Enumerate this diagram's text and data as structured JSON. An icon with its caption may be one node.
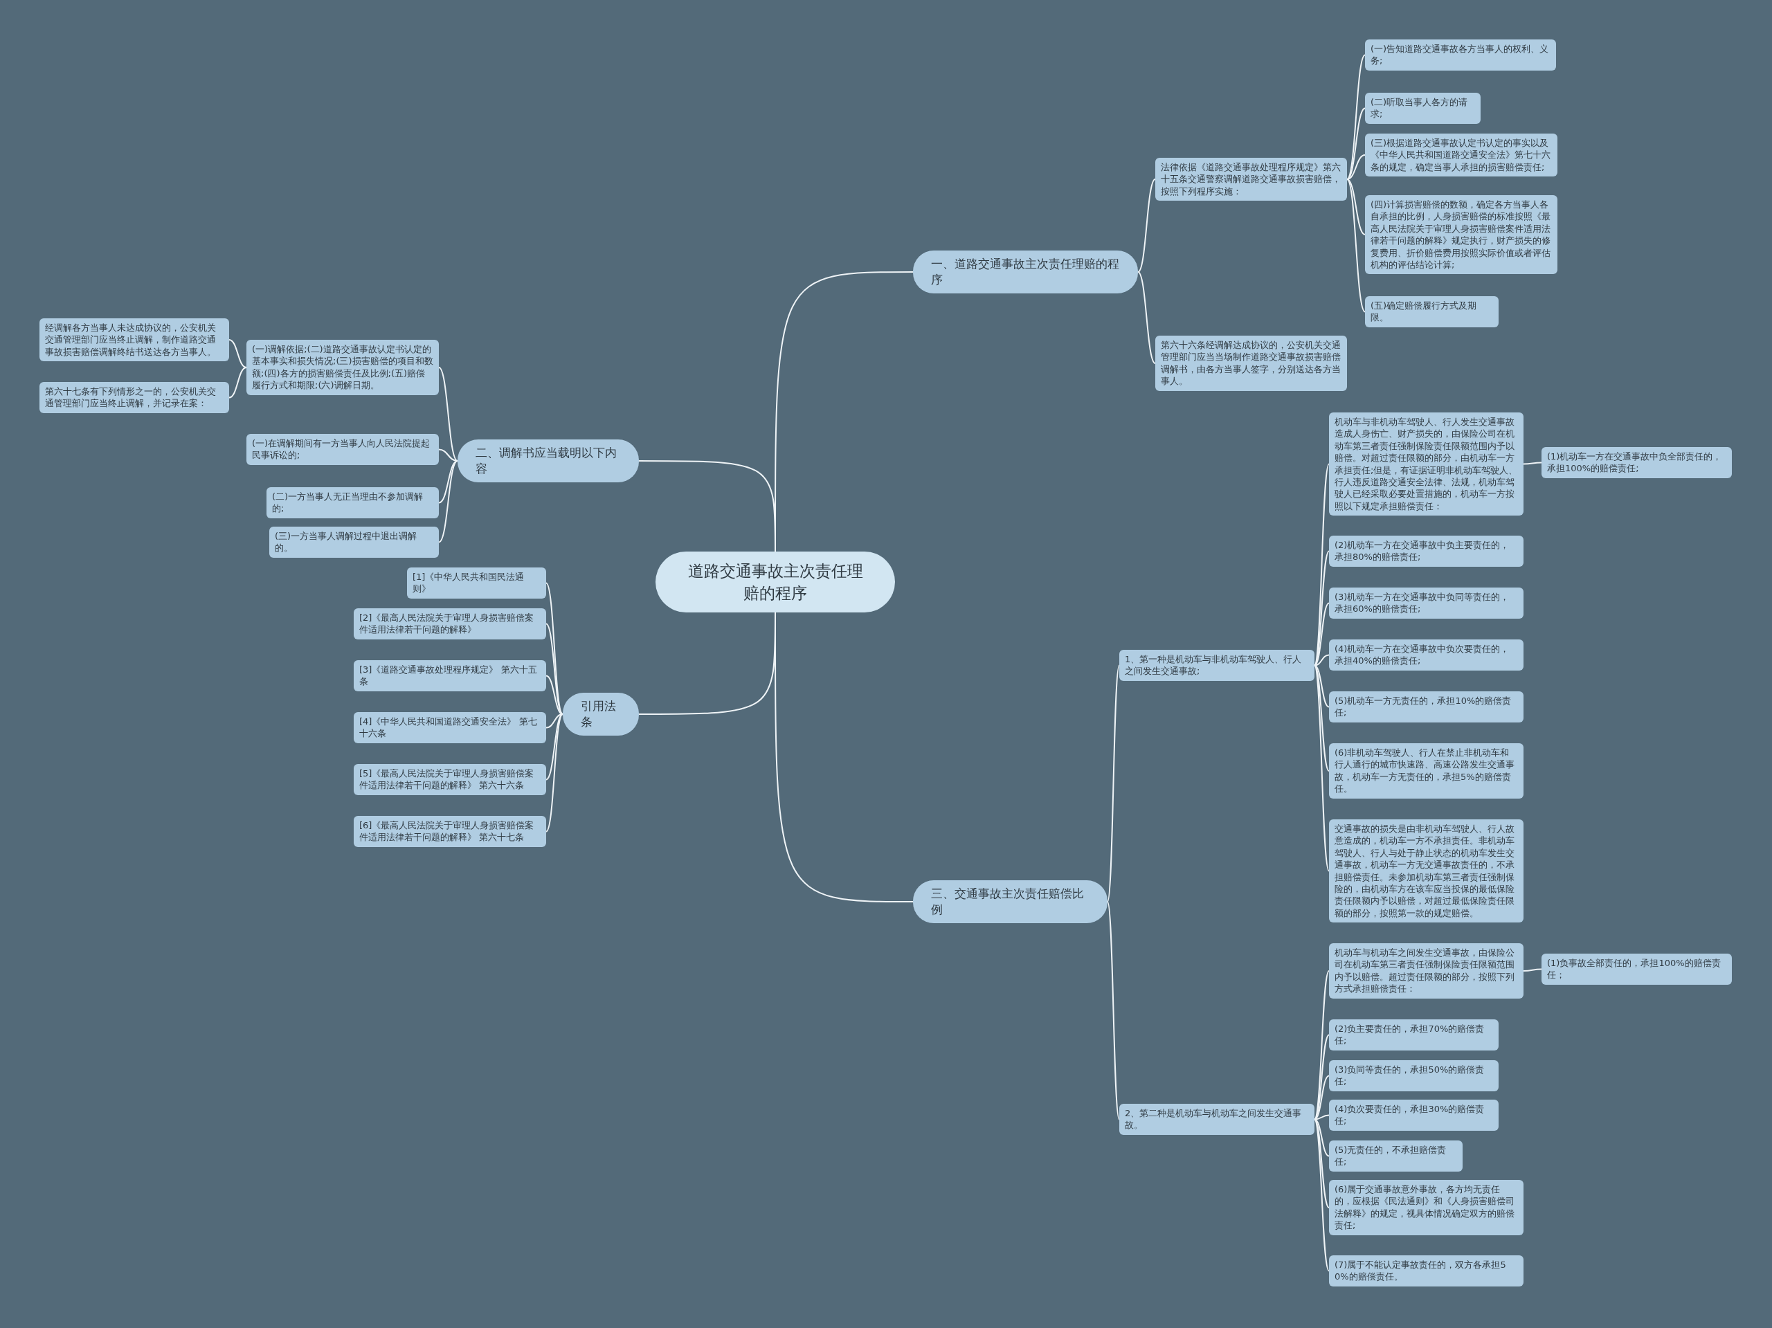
{
  "diagram": {
    "nodes": [
      {
        "text": [
          "道路交通事故主次责任理赔的程序"
        ]
      },
      {
        "text": [
          "一、道路交通事故主次责任理赔的程序"
        ]
      },
      {
        "text": [
          "法律依据《道路交通事故处理程序规定》第六十五条交通警察调解道路交通事故损害赔偿，按照下列程序实施："
        ]
      },
      {
        "text": [
          "(一)告知道路交通事故各方当事人的权利、义务;"
        ]
      },
      {
        "text": [
          "(二)听取当事人各方的请求;"
        ]
      },
      {
        "text": [
          "(三)根据道路交通事故认定书认定的事实以及《中华人民共和国道路交通安全法》第七十六条的规定，确定当事人承担的损害赔偿责任;"
        ]
      },
      {
        "text": [
          "(四)计算损害赔偿的数额，确定各方当事人各自承担的比例，人身损害赔偿的标准按照《最高人民法院关于审理人身损害赔偿案件适用法律若干问题的解释》规定执行，财产损失的修复费用、折价赔偿费用按照实际价值或者评估机构的评估结论计算;"
        ]
      },
      {
        "text": [
          "(五)确定赔偿履行方式及期限。"
        ]
      },
      {
        "text": [
          "第六十六条经调解达成协议的，公安机关交通管理部门应当当场制作道路交通事故损害赔偿调解书，由各方当事人签字，分别送达各方当事人。"
        ]
      },
      {
        "text": [
          "二、调解书应当载明以下内容"
        ]
      },
      {
        "text": [
          "(一)调解依据;(二)道路交通事故认定书认定的基本事实和损失情况;(三)损害赔偿的项目和数额;(四)各方的损害赔偿责任及比例;(五)赔偿履行方式和期限;(六)调解日期。"
        ]
      },
      {
        "text": [
          "经调解各方当事人未达成协议的，公安机关交通管理部门应当终止调解，制作道路交通事故损害赔偿调解终结书送达各方当事人。"
        ]
      },
      {
        "text": [
          "第六十七条有下列情形之一的，公安机关交通管理部门应当终止调解，并记录在案："
        ]
      },
      {
        "text": [
          "(一)在调解期间有一方当事人向人民法院提起民事诉讼的;"
        ]
      },
      {
        "text": [
          "(二)一方当事人无正当理由不参加调解的;"
        ]
      },
      {
        "text": [
          "(三)一方当事人调解过程中退出调解的。"
        ]
      },
      {
        "text": [
          "引用法条"
        ]
      },
      {
        "text": [
          "[1]《中华人民共和国民法通则》"
        ]
      },
      {
        "text": [
          "[2]《最高人民法院关于审理人身损害赔偿案件适用法律若干问题的解释》"
        ]
      },
      {
        "text": [
          "[3]《道路交通事故处理程序规定》 第六十五条"
        ]
      },
      {
        "text": [
          "[4]《中华人民共和国道路交通安全法》 第七十六条"
        ]
      },
      {
        "text": [
          "[5]《最高人民法院关于审理人身损害赔偿案件适用法律若干问题的解释》 第六十六条"
        ]
      },
      {
        "text": [
          "[6]《最高人民法院关于审理人身损害赔偿案件适用法律若干问题的解释》 第六十七条"
        ]
      },
      {
        "text": [
          "三、交通事故主次责任赔偿比例"
        ]
      },
      {
        "text": [
          "1、第一种是机动车与非机动车驾驶人、行人之间发生交通事故;"
        ]
      },
      {
        "text": [
          "机动车与非机动车驾驶人、行人发生交通事故造成人身伤亡、财产损失的，由保险公司在机动车第三者责任强制保险责任限额范围内予以赔偿。对超过责任限额的部分，由机动车一方承担责任;但是，有证据证明非机动车驾驶人、行人违反道路交通安全法律、法规，机动车驾驶人已经采取必要处置措施的，机动车一方按照以下规定承担赔偿责任："
        ]
      },
      {
        "text": [
          "(1)机动车一方在交通事故中负全部责任的，承担100%的赔偿责任;"
        ]
      },
      {
        "text": [
          "(2)机动车一方在交通事故中负主要责任的，承担80%的赔偿责任;"
        ]
      },
      {
        "text": [
          "(3)机动车一方在交通事故中负同等责任的，承担60%的赔偿责任;"
        ]
      },
      {
        "text": [
          "(4)机动车一方在交通事故中负次要责任的，承担40%的赔偿责任;"
        ]
      },
      {
        "text": [
          "(5)机动车一方无责任的，承担10%的赔偿责任;"
        ]
      },
      {
        "text": [
          "(6)非机动车驾驶人、行人在禁止非机动车和行人通行的城市快速路、高速公路发生交通事故，机动车一方无责任的，承担5%的赔偿责任。"
        ]
      },
      {
        "text": [
          "交通事故的损失是由非机动车驾驶人、行人故意造成的，机动车一方不承担责任。非机动车驾驶人、行人与处于静止状态的机动车发生交通事故，机动车一方无交通事故责任的，不承担赔偿责任。未参加机动车第三者责任强制保险的，由机动车方在该车应当投保的最低保险责任限额内予以赔偿，对超过最低保险责任限额的部分，按照第一款的规定赔偿。"
        ]
      },
      {
        "text": [
          "2、第二种是机动车与机动车之间发生交通事故。"
        ]
      },
      {
        "text": [
          "机动车与机动车之间发生交通事故，由保险公司在机动车第三者责任强制保险责任限额范围内予以赔偿。超过责任限额的部分，按照下列方式承担赔偿责任："
        ]
      },
      {
        "text": [
          "(1)负事故全部责任的，承担100%的赔偿责任；"
        ]
      },
      {
        "text": [
          "(2)负主要责任的，承担70%的赔偿责任;"
        ]
      },
      {
        "text": [
          "(3)负同等责任的，承担50%的赔偿责任;"
        ]
      },
      {
        "text": [
          "(4)负次要责任的，承担30%的赔偿责任;"
        ]
      },
      {
        "text": [
          "(5)无责任的，不承担赔偿责任;"
        ]
      },
      {
        "text": [
          "(6)属于交通事故意外事故，各方均无责任的，应根据《民法通则》和《人身损害赔偿司法解释》的规定，视具体情况确定双方的赔偿责任;"
        ]
      },
      {
        "text": [
          "(7)属于不能认定事故责任的，双方各承担50%的赔偿责任。"
        ]
      }
    ],
    "edges": [
      {
        "from": 0,
        "to": 1,
        "arrow": "none"
      },
      {
        "from": 1,
        "to": 2,
        "arrow": "none"
      },
      {
        "from": 2,
        "to": 3,
        "arrow": "none"
      },
      {
        "from": 2,
        "to": 4,
        "arrow": "none"
      },
      {
        "from": 2,
        "to": 5,
        "arrow": "none"
      },
      {
        "from": 2,
        "to": 6,
        "arrow": "none"
      },
      {
        "from": 2,
        "to": 7,
        "arrow": "none"
      },
      {
        "from": 1,
        "to": 8,
        "arrow": "none"
      },
      {
        "from": 0,
        "to": 9,
        "arrow": "none"
      },
      {
        "from": 9,
        "to": 10,
        "arrow": "none"
      },
      {
        "from": 10,
        "to": 11,
        "arrow": "none"
      },
      {
        "from": 10,
        "to": 12,
        "arrow": "none"
      },
      {
        "from": 9,
        "to": 13,
        "arrow": "none"
      },
      {
        "from": 9,
        "to": 14,
        "arrow": "none"
      },
      {
        "from": 9,
        "to": 15,
        "arrow": "none"
      },
      {
        "from": 0,
        "to": 16,
        "arrow": "none"
      },
      {
        "from": 16,
        "to": 17,
        "arrow": "none"
      },
      {
        "from": 16,
        "to": 18,
        "arrow": "none"
      },
      {
        "from": 16,
        "to": 19,
        "arrow": "none"
      },
      {
        "from": 16,
        "to": 20,
        "arrow": "none"
      },
      {
        "from": 16,
        "to": 21,
        "arrow": "none"
      },
      {
        "from": 16,
        "to": 22,
        "arrow": "none"
      },
      {
        "from": 0,
        "to": 23,
        "arrow": "none"
      },
      {
        "from": 23,
        "to": 24,
        "arrow": "none"
      },
      {
        "from": 24,
        "to": 25,
        "arrow": "none"
      },
      {
        "from": 25,
        "to": 26,
        "arrow": "none"
      },
      {
        "from": 24,
        "to": 27,
        "arrow": "none"
      },
      {
        "from": 24,
        "to": 28,
        "arrow": "none"
      },
      {
        "from": 24,
        "to": 29,
        "arrow": "none"
      },
      {
        "from": 24,
        "to": 30,
        "arrow": "none"
      },
      {
        "from": 24,
        "to": 31,
        "arrow": "none"
      },
      {
        "from": 24,
        "to": 32,
        "arrow": "none"
      },
      {
        "from": 23,
        "to": 33,
        "arrow": "none"
      },
      {
        "from": 33,
        "to": 34,
        "arrow": "none"
      },
      {
        "from": 34,
        "to": 35,
        "arrow": "none"
      },
      {
        "from": 33,
        "to": 36,
        "arrow": "none"
      },
      {
        "from": 33,
        "to": 37,
        "arrow": "none"
      },
      {
        "from": 33,
        "to": 38,
        "arrow": "none"
      },
      {
        "from": 33,
        "to": 39,
        "arrow": "none"
      },
      {
        "from": 33,
        "to": 40,
        "arrow": "none"
      },
      {
        "from": 33,
        "to": 41,
        "arrow": "none"
      }
    ]
  }
}
